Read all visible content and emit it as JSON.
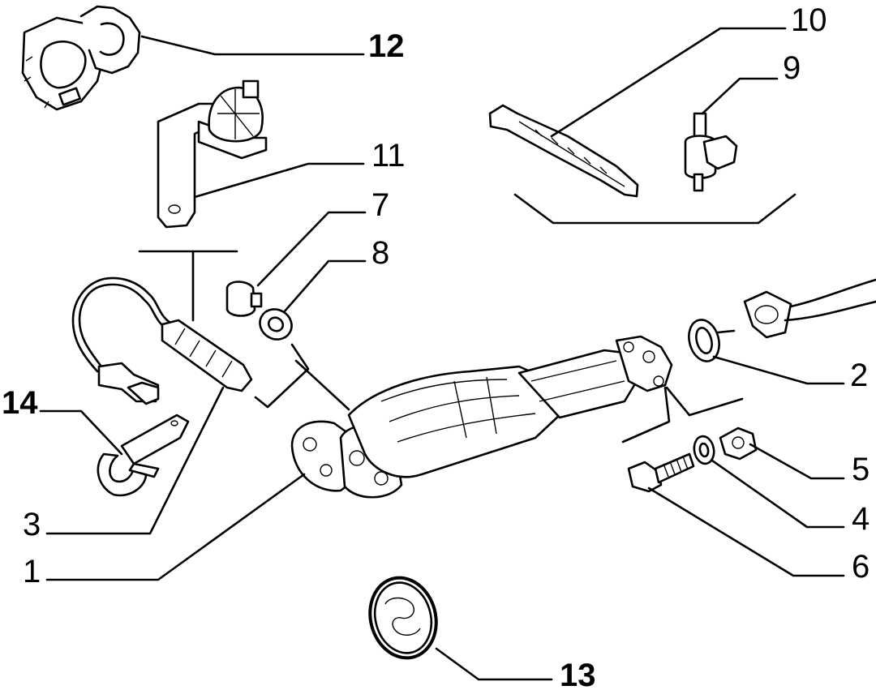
{
  "callouts": [
    {
      "id": "1",
      "text": "1",
      "bold": false
    },
    {
      "id": "2",
      "text": "2",
      "bold": false
    },
    {
      "id": "3",
      "text": "3",
      "bold": false
    },
    {
      "id": "4",
      "text": "4",
      "bold": false
    },
    {
      "id": "5",
      "text": "5",
      "bold": false
    },
    {
      "id": "6",
      "text": "6",
      "bold": false
    },
    {
      "id": "7",
      "text": "7",
      "bold": false
    },
    {
      "id": "8",
      "text": "8",
      "bold": false
    },
    {
      "id": "9",
      "text": "9",
      "bold": false
    },
    {
      "id": "10",
      "text": "10",
      "bold": false
    },
    {
      "id": "11",
      "text": "11",
      "bold": false
    },
    {
      "id": "12",
      "text": "12",
      "bold": true
    },
    {
      "id": "13",
      "text": "13",
      "bold": true
    },
    {
      "id": "14",
      "text": "14",
      "bold": true
    }
  ],
  "parts": {
    "p1": "catalytic-converter-icon",
    "p2": "gasket-ring-icon",
    "p3": "lambda-sensor-icon",
    "p4": "washer-icon",
    "p5": "hex-nut-icon",
    "p6": "bolt-icon",
    "p7": "plug-icon",
    "p8": "seal-washer-icon",
    "p9": "connector-clip-icon",
    "p10": "cable-tie-icon",
    "p11": "bracket-icon",
    "p12": "clamp-icon",
    "p13": "heat-shield-disc-icon",
    "p14": "cable-clamp-icon"
  }
}
